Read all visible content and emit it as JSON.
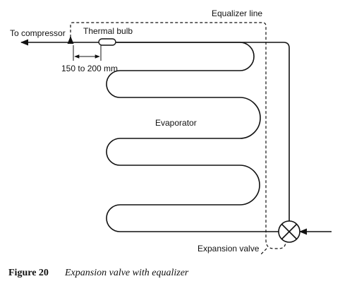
{
  "labels": {
    "equalizer_line": "Equalizer line",
    "to_compressor": "To compressor",
    "thermal_bulb": "Thermal bulb",
    "distance": "150 to 200 mm",
    "evaporator": "Evaporator",
    "expansion_valve": "Expansion valve"
  },
  "caption": {
    "number": "Figure 20",
    "text": "Expansion valve with equalizer"
  }
}
